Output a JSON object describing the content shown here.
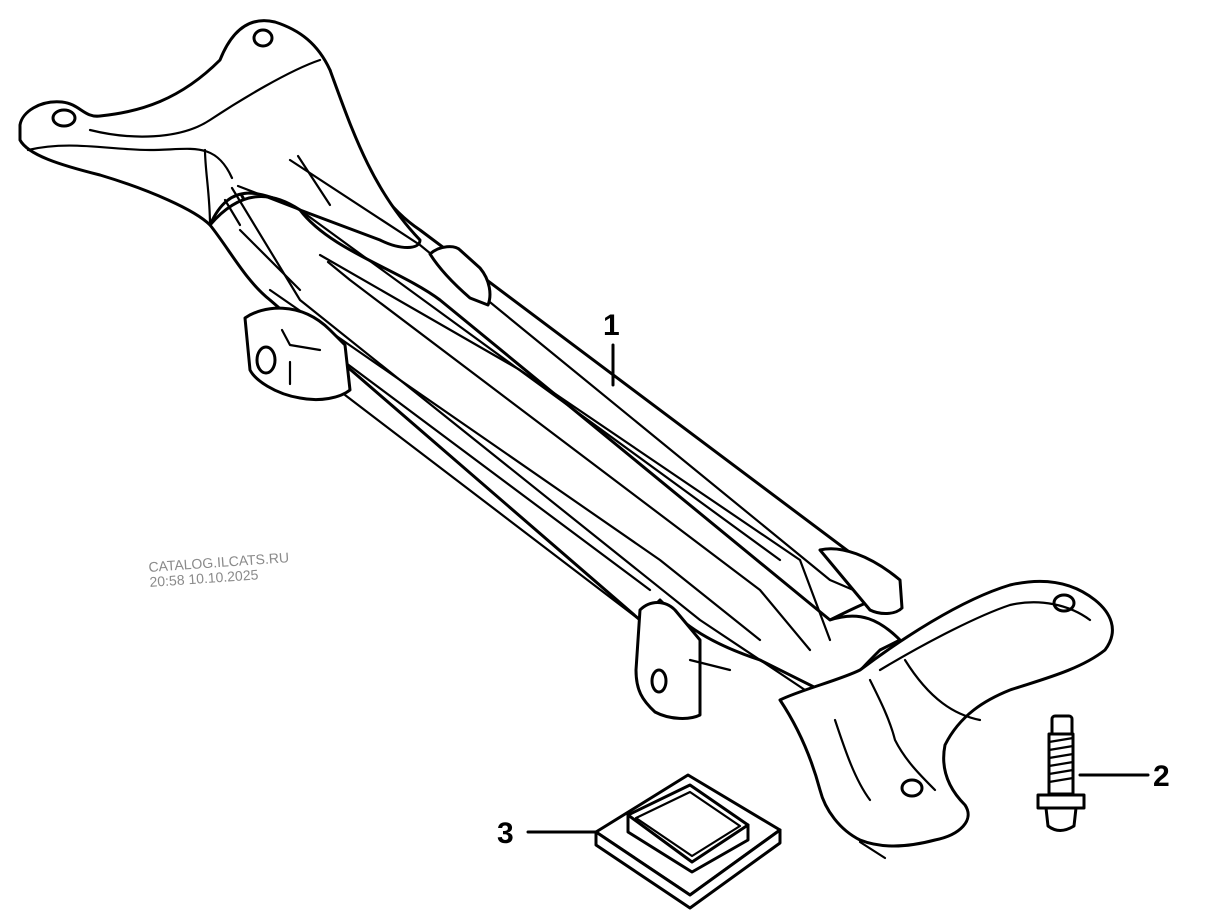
{
  "diagram": {
    "callouts": [
      {
        "id": "1",
        "label": "1"
      },
      {
        "id": "2",
        "label": "2"
      },
      {
        "id": "3",
        "label": "3"
      }
    ]
  },
  "watermark": {
    "line1": "CATALOG.ILCATS.RU",
    "line2": "20:58 10.10.2025"
  }
}
